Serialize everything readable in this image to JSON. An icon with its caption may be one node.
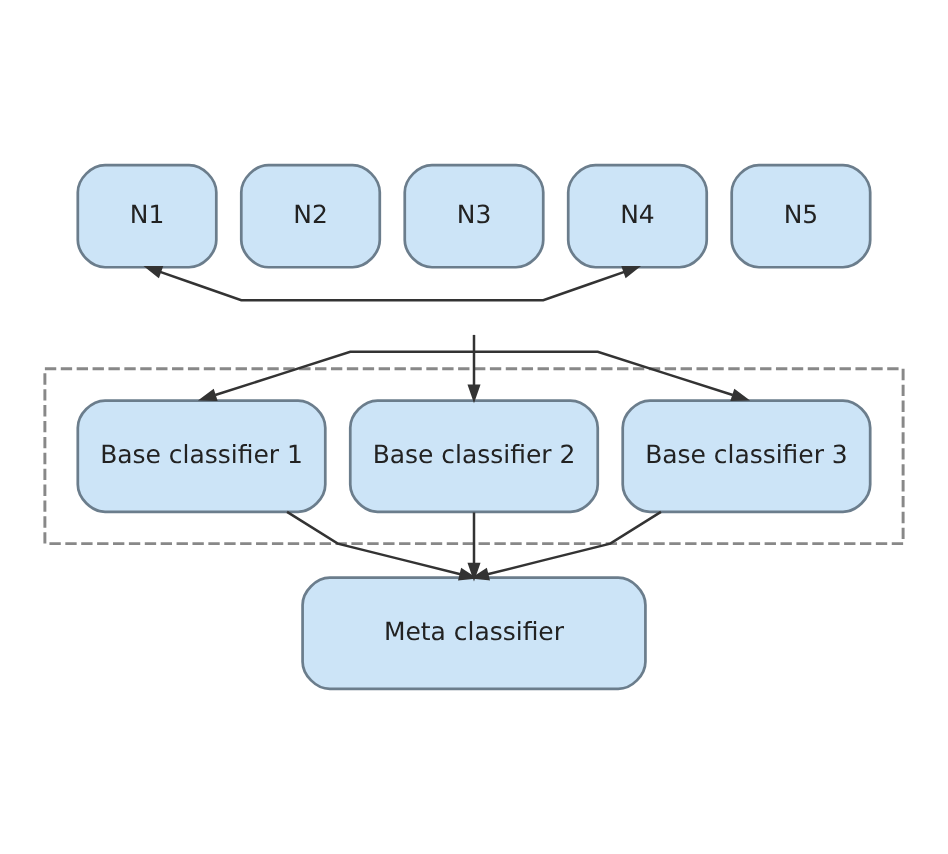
{
  "diagram": {
    "nodes": [
      {
        "text": [
          "N1"
        ]
      },
      {
        "text": [
          "N2"
        ]
      },
      {
        "text": [
          "N3"
        ]
      },
      {
        "text": [
          "N4"
        ]
      },
      {
        "text": [
          "N5"
        ]
      },
      {
        "text": [],
        "shape": "box"
      },
      {
        "text": [
          "Base classifier 1"
        ],
        "in": 5
      },
      {
        "text": [
          "Base classifier 2"
        ],
        "in": 5
      },
      {
        "text": [
          "Base classifier 3"
        ],
        "in": 5
      },
      {
        "text": [
          "Meta classifier"
        ]
      }
    ],
    "edges": [
      {
        "from": 0,
        "to": 3,
        "arrow": "both"
      },
      {
        "from": 6,
        "to": 8,
        "arrow": "both"
      },
      {
        "from": null,
        "to": 7,
        "arrow": "to"
      },
      {
        "from": 6,
        "to": 9,
        "arrow": "to"
      },
      {
        "from": 7,
        "to": 9,
        "arrow": "to"
      },
      {
        "from": 8,
        "to": 9,
        "arrow": "to"
      }
    ]
  }
}
